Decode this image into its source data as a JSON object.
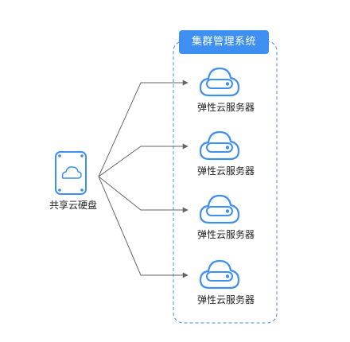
{
  "cluster": {
    "title": "集群管理系统",
    "border_color": "#3d8ff2"
  },
  "shared_disk": {
    "label": "共享云硬盘",
    "icon": "shared-disk-cloud-icon",
    "color": "#3d8ff2"
  },
  "servers": [
    {
      "label": "弹性云服务器",
      "icon": "ecs-cloud-icon"
    },
    {
      "label": "弹性云服务器",
      "icon": "ecs-cloud-icon"
    },
    {
      "label": "弹性云服务器",
      "icon": "ecs-cloud-icon"
    },
    {
      "label": "弹性云服务器",
      "icon": "ecs-cloud-icon"
    }
  ],
  "connector_color": "#666666"
}
